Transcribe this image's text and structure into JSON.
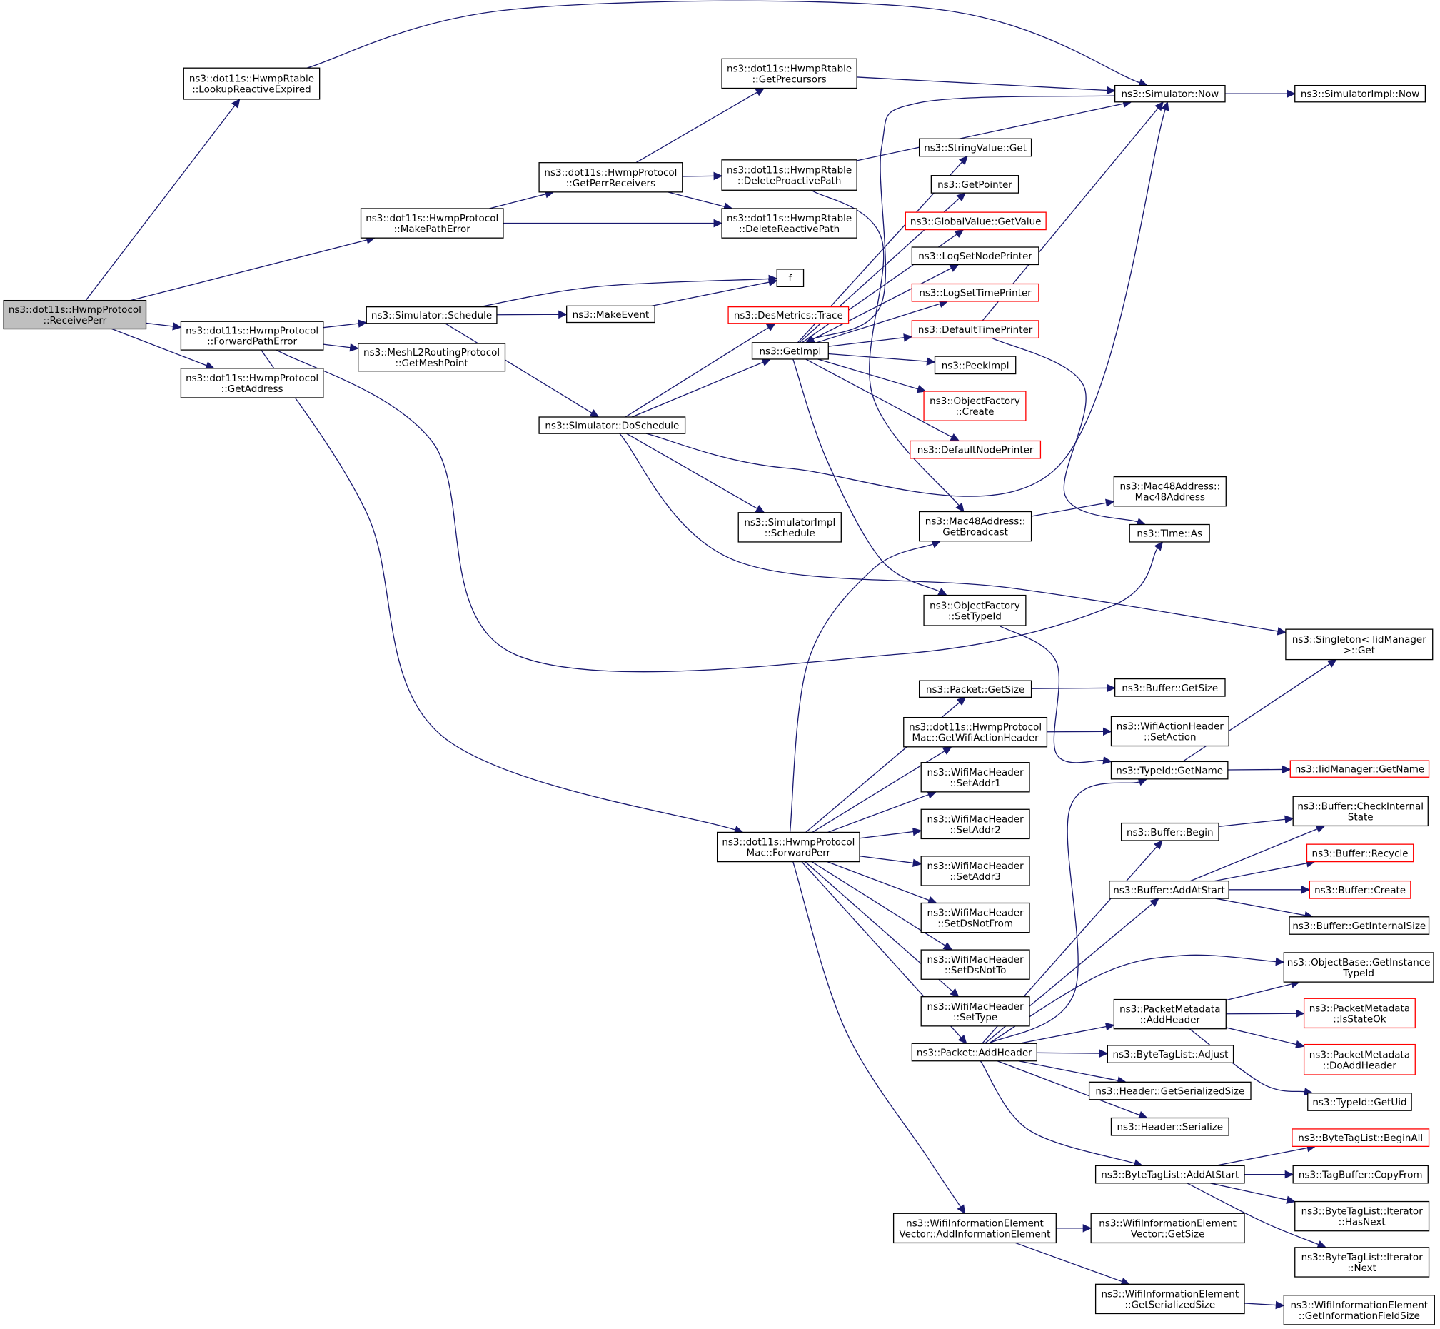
{
  "colors": {
    "edge": "#191970",
    "node_border": "#000000",
    "truncated_node_border": "#ff0000",
    "root_fill": "#bfbfbf",
    "node_fill": "#ffffff"
  },
  "nodes": {
    "receive_perr": {
      "lines": [
        "ns3::dot11s::HwmpProtocol",
        "::ReceivePerr"
      ],
      "root": true
    },
    "lookup_reactive_expired": {
      "lines": [
        "ns3::dot11s::HwmpRtable",
        "::LookupReactiveExpired"
      ]
    },
    "make_path_error": {
      "lines": [
        "ns3::dot11s::HwmpProtocol",
        "::MakePathError"
      ]
    },
    "forward_path_error": {
      "lines": [
        "ns3::dot11s::HwmpProtocol",
        "::ForwardPathError"
      ]
    },
    "get_address": {
      "lines": [
        "ns3::dot11s::HwmpProtocol",
        "::GetAddress"
      ]
    },
    "simulator_schedule": {
      "lines": [
        "ns3::Simulator::Schedule"
      ]
    },
    "get_mesh_point": {
      "lines": [
        "ns3::MeshL2RoutingProtocol",
        "::GetMeshPoint"
      ]
    },
    "get_perr_receivers": {
      "lines": [
        "ns3::dot11s::HwmpProtocol",
        "::GetPerrReceivers"
      ]
    },
    "get_precursors": {
      "lines": [
        "ns3::dot11s::HwmpRtable",
        "::GetPrecursors"
      ]
    },
    "delete_proactive_path": {
      "lines": [
        "ns3::dot11s::HwmpRtable",
        "::DeleteProactivePath"
      ]
    },
    "delete_reactive_path": {
      "lines": [
        "ns3::dot11s::HwmpRtable",
        "::DeleteReactivePath"
      ]
    },
    "f": {
      "lines": [
        "f"
      ]
    },
    "make_event": {
      "lines": [
        "ns3::MakeEvent"
      ]
    },
    "des_metrics_trace": {
      "lines": [
        "ns3::DesMetrics::Trace"
      ],
      "truncated": true
    },
    "get_impl": {
      "lines": [
        "ns3::GetImpl"
      ]
    },
    "do_schedule": {
      "lines": [
        "ns3::Simulator::DoSchedule"
      ]
    },
    "simulator_impl_schedule": {
      "lines": [
        "ns3::SimulatorImpl",
        "::Schedule"
      ]
    },
    "simulator_now": {
      "lines": [
        "ns3::Simulator::Now"
      ]
    },
    "simulator_impl_now": {
      "lines": [
        "ns3::SimulatorImpl::Now"
      ]
    },
    "string_value_get": {
      "lines": [
        "ns3::StringValue::Get"
      ]
    },
    "get_pointer": {
      "lines": [
        "ns3::GetPointer"
      ]
    },
    "global_value_get_value": {
      "lines": [
        "ns3::GlobalValue::GetValue"
      ],
      "truncated": true
    },
    "log_set_node_printer": {
      "lines": [
        "ns3::LogSetNodePrinter"
      ]
    },
    "log_set_time_printer": {
      "lines": [
        "ns3::LogSetTimePrinter"
      ],
      "truncated": true
    },
    "default_time_printer": {
      "lines": [
        "ns3::DefaultTimePrinter"
      ],
      "truncated": true
    },
    "peek_impl": {
      "lines": [
        "ns3::PeekImpl"
      ]
    },
    "object_factory_create": {
      "lines": [
        "ns3::ObjectFactory",
        "::Create"
      ],
      "truncated": true
    },
    "default_node_printer": {
      "lines": [
        "ns3::DefaultNodePrinter"
      ],
      "truncated": true
    },
    "mac48_get_broadcast": {
      "lines": [
        "ns3::Mac48Address::",
        "GetBroadcast"
      ]
    },
    "mac48_address": {
      "lines": [
        "ns3::Mac48Address::",
        "Mac48Address"
      ]
    },
    "time_as": {
      "lines": [
        "ns3::Time::As"
      ]
    },
    "object_factory_set_type_id": {
      "lines": [
        "ns3::ObjectFactory",
        "::SetTypeId"
      ]
    },
    "singleton_get": {
      "lines": [
        "ns3::Singleton< IidManager",
        ">::Get"
      ]
    },
    "packet_get_size": {
      "lines": [
        "ns3::Packet::GetSize"
      ]
    },
    "buffer_get_size": {
      "lines": [
        "ns3::Buffer::GetSize"
      ]
    },
    "get_wifi_action_header": {
      "lines": [
        "ns3::dot11s::HwmpProtocol",
        "Mac::GetWifiActionHeader"
      ]
    },
    "wifi_action_header_set_action": {
      "lines": [
        "ns3::WifiActionHeader",
        "::SetAction"
      ]
    },
    "type_id_get_name": {
      "lines": [
        "ns3::TypeId::GetName"
      ]
    },
    "iid_manager_get_name": {
      "lines": [
        "ns3::IidManager::GetName"
      ],
      "truncated": true
    },
    "set_addr1": {
      "lines": [
        "ns3::WifiMacHeader",
        "::SetAddr1"
      ]
    },
    "set_addr2": {
      "lines": [
        "ns3::WifiMacHeader",
        "::SetAddr2"
      ]
    },
    "set_addr3": {
      "lines": [
        "ns3::WifiMacHeader",
        "::SetAddr3"
      ]
    },
    "set_ds_not_from": {
      "lines": [
        "ns3::WifiMacHeader",
        "::SetDsNotFrom"
      ]
    },
    "set_ds_not_to": {
      "lines": [
        "ns3::WifiMacHeader",
        "::SetDsNotTo"
      ]
    },
    "set_type": {
      "lines": [
        "ns3::WifiMacHeader",
        "::SetType"
      ]
    },
    "forward_perr": {
      "lines": [
        "ns3::dot11s::HwmpProtocol",
        "Mac::ForwardPerr"
      ]
    },
    "buffer_begin": {
      "lines": [
        "ns3::Buffer::Begin"
      ]
    },
    "buffer_check_internal_state": {
      "lines": [
        "ns3::Buffer::CheckInternal",
        "State"
      ]
    },
    "buffer_recycle": {
      "lines": [
        "ns3::Buffer::Recycle"
      ],
      "truncated": true
    },
    "buffer_add_at_start": {
      "lines": [
        "ns3::Buffer::AddAtStart"
      ]
    },
    "buffer_create": {
      "lines": [
        "ns3::Buffer::Create"
      ],
      "truncated": true
    },
    "buffer_get_internal_size": {
      "lines": [
        "ns3::Buffer::GetInternalSize"
      ]
    },
    "object_base_get_instance_type_id": {
      "lines": [
        "ns3::ObjectBase::GetInstance",
        "TypeId"
      ]
    },
    "packet_metadata_add_header": {
      "lines": [
        "ns3::PacketMetadata",
        "::AddHeader"
      ]
    },
    "packet_metadata_is_state_ok": {
      "lines": [
        "ns3::PacketMetadata",
        "::IsStateOk"
      ],
      "truncated": true
    },
    "packet_metadata_do_add_header": {
      "lines": [
        "ns3::PacketMetadata",
        "::DoAddHeader"
      ],
      "truncated": true
    },
    "type_id_get_uid": {
      "lines": [
        "ns3::TypeId::GetUid"
      ]
    },
    "packet_add_header": {
      "lines": [
        "ns3::Packet::AddHeader"
      ]
    },
    "byte_tag_list_adjust": {
      "lines": [
        "ns3::ByteTagList::Adjust"
      ]
    },
    "header_get_serialized_size": {
      "lines": [
        "ns3::Header::GetSerializedSize"
      ]
    },
    "header_serialize": {
      "lines": [
        "ns3::Header::Serialize"
      ]
    },
    "byte_tag_list_add_at_start": {
      "lines": [
        "ns3::ByteTagList::AddAtStart"
      ]
    },
    "byte_tag_list_begin_all": {
      "lines": [
        "ns3::ByteTagList::BeginAll"
      ],
      "truncated": true
    },
    "tag_buffer_copy_from": {
      "lines": [
        "ns3::TagBuffer::CopyFrom"
      ]
    },
    "byte_tag_list_iterator_has_next": {
      "lines": [
        "ns3::ByteTagList::Iterator",
        "::HasNext"
      ]
    },
    "byte_tag_list_iterator_next": {
      "lines": [
        "ns3::ByteTagList::Iterator",
        "::Next"
      ]
    },
    "add_information_element": {
      "lines": [
        "ns3::WifiInformationElement",
        "Vector::AddInformationElement"
      ]
    },
    "wie_vector_get_size": {
      "lines": [
        "ns3::WifiInformationElement",
        "Vector::GetSize"
      ]
    },
    "wie_get_serialized_size": {
      "lines": [
        "ns3::WifiInformationElement",
        "::GetSerializedSize"
      ]
    },
    "wie_get_information_field_size": {
      "lines": [
        "ns3::WifiInformationElement",
        "::GetInformationFieldSize"
      ]
    }
  },
  "edges": [
    [
      "receive_perr",
      "lookup_reactive_expired"
    ],
    [
      "receive_perr",
      "make_path_error"
    ],
    [
      "receive_perr",
      "forward_path_error"
    ],
    [
      "receive_perr",
      "get_address"
    ],
    [
      "lookup_reactive_expired",
      "simulator_now"
    ],
    [
      "make_path_error",
      "get_perr_receivers"
    ],
    [
      "make_path_error",
      "delete_reactive_path"
    ],
    [
      "get_perr_receivers",
      "get_precursors"
    ],
    [
      "get_perr_receivers",
      "delete_proactive_path"
    ],
    [
      "get_perr_receivers",
      "delete_reactive_path"
    ],
    [
      "get_precursors",
      "simulator_now"
    ],
    [
      "delete_proactive_path",
      "simulator_now"
    ],
    [
      "delete_proactive_path",
      "mac48_get_broadcast"
    ],
    [
      "simulator_now",
      "simulator_impl_now"
    ],
    [
      "simulator_now",
      "get_impl"
    ],
    [
      "forward_path_error",
      "simulator_schedule"
    ],
    [
      "forward_path_error",
      "get_mesh_point"
    ],
    [
      "forward_path_error",
      "forward_perr"
    ],
    [
      "forward_path_error",
      "time_as"
    ],
    [
      "simulator_schedule",
      "f"
    ],
    [
      "simulator_schedule",
      "make_event"
    ],
    [
      "simulator_schedule",
      "do_schedule"
    ],
    [
      "make_event",
      "f"
    ],
    [
      "do_schedule",
      "des_metrics_trace"
    ],
    [
      "do_schedule",
      "get_impl"
    ],
    [
      "do_schedule",
      "simulator_now"
    ],
    [
      "do_schedule",
      "simulator_impl_schedule"
    ],
    [
      "do_schedule",
      "singleton_get"
    ],
    [
      "get_impl",
      "string_value_get"
    ],
    [
      "get_impl",
      "get_pointer"
    ],
    [
      "get_impl",
      "global_value_get_value"
    ],
    [
      "get_impl",
      "log_set_node_printer"
    ],
    [
      "get_impl",
      "log_set_time_printer"
    ],
    [
      "get_impl",
      "default_time_printer"
    ],
    [
      "get_impl",
      "peek_impl"
    ],
    [
      "get_impl",
      "object_factory_create"
    ],
    [
      "get_impl",
      "default_node_printer"
    ],
    [
      "get_impl",
      "object_factory_set_type_id"
    ],
    [
      "default_time_printer",
      "simulator_now"
    ],
    [
      "default_time_printer",
      "time_as"
    ],
    [
      "mac48_get_broadcast",
      "mac48_address"
    ],
    [
      "object_factory_set_type_id",
      "type_id_get_name"
    ],
    [
      "forward_perr",
      "mac48_get_broadcast"
    ],
    [
      "forward_perr",
      "packet_get_size"
    ],
    [
      "forward_perr",
      "get_wifi_action_header"
    ],
    [
      "forward_perr",
      "set_addr1"
    ],
    [
      "forward_perr",
      "set_addr2"
    ],
    [
      "forward_perr",
      "set_addr3"
    ],
    [
      "forward_perr",
      "set_ds_not_from"
    ],
    [
      "forward_perr",
      "set_ds_not_to"
    ],
    [
      "forward_perr",
      "set_type"
    ],
    [
      "forward_perr",
      "packet_add_header"
    ],
    [
      "forward_perr",
      "add_information_element"
    ],
    [
      "packet_get_size",
      "buffer_get_size"
    ],
    [
      "get_wifi_action_header",
      "wifi_action_header_set_action"
    ],
    [
      "type_id_get_name",
      "singleton_get"
    ],
    [
      "type_id_get_name",
      "iid_manager_get_name"
    ],
    [
      "packet_add_header",
      "type_id_get_name"
    ],
    [
      "packet_add_header",
      "buffer_begin"
    ],
    [
      "packet_add_header",
      "buffer_add_at_start"
    ],
    [
      "packet_add_header",
      "object_base_get_instance_type_id"
    ],
    [
      "packet_add_header",
      "packet_metadata_add_header"
    ],
    [
      "packet_add_header",
      "byte_tag_list_adjust"
    ],
    [
      "packet_add_header",
      "header_get_serialized_size"
    ],
    [
      "packet_add_header",
      "header_serialize"
    ],
    [
      "packet_add_header",
      "byte_tag_list_add_at_start"
    ],
    [
      "buffer_begin",
      "buffer_check_internal_state"
    ],
    [
      "buffer_add_at_start",
      "buffer_check_internal_state"
    ],
    [
      "buffer_add_at_start",
      "buffer_recycle"
    ],
    [
      "buffer_add_at_start",
      "buffer_create"
    ],
    [
      "buffer_add_at_start",
      "buffer_get_internal_size"
    ],
    [
      "packet_metadata_add_header",
      "object_base_get_instance_type_id"
    ],
    [
      "packet_metadata_add_header",
      "packet_metadata_is_state_ok"
    ],
    [
      "packet_metadata_add_header",
      "packet_metadata_do_add_header"
    ],
    [
      "packet_metadata_add_header",
      "type_id_get_uid"
    ],
    [
      "byte_tag_list_add_at_start",
      "byte_tag_list_begin_all"
    ],
    [
      "byte_tag_list_add_at_start",
      "tag_buffer_copy_from"
    ],
    [
      "byte_tag_list_add_at_start",
      "byte_tag_list_iterator_has_next"
    ],
    [
      "byte_tag_list_add_at_start",
      "byte_tag_list_iterator_next"
    ],
    [
      "add_information_element",
      "wie_vector_get_size"
    ],
    [
      "add_information_element",
      "wie_get_serialized_size"
    ],
    [
      "wie_get_serialized_size",
      "wie_get_information_field_size"
    ]
  ]
}
